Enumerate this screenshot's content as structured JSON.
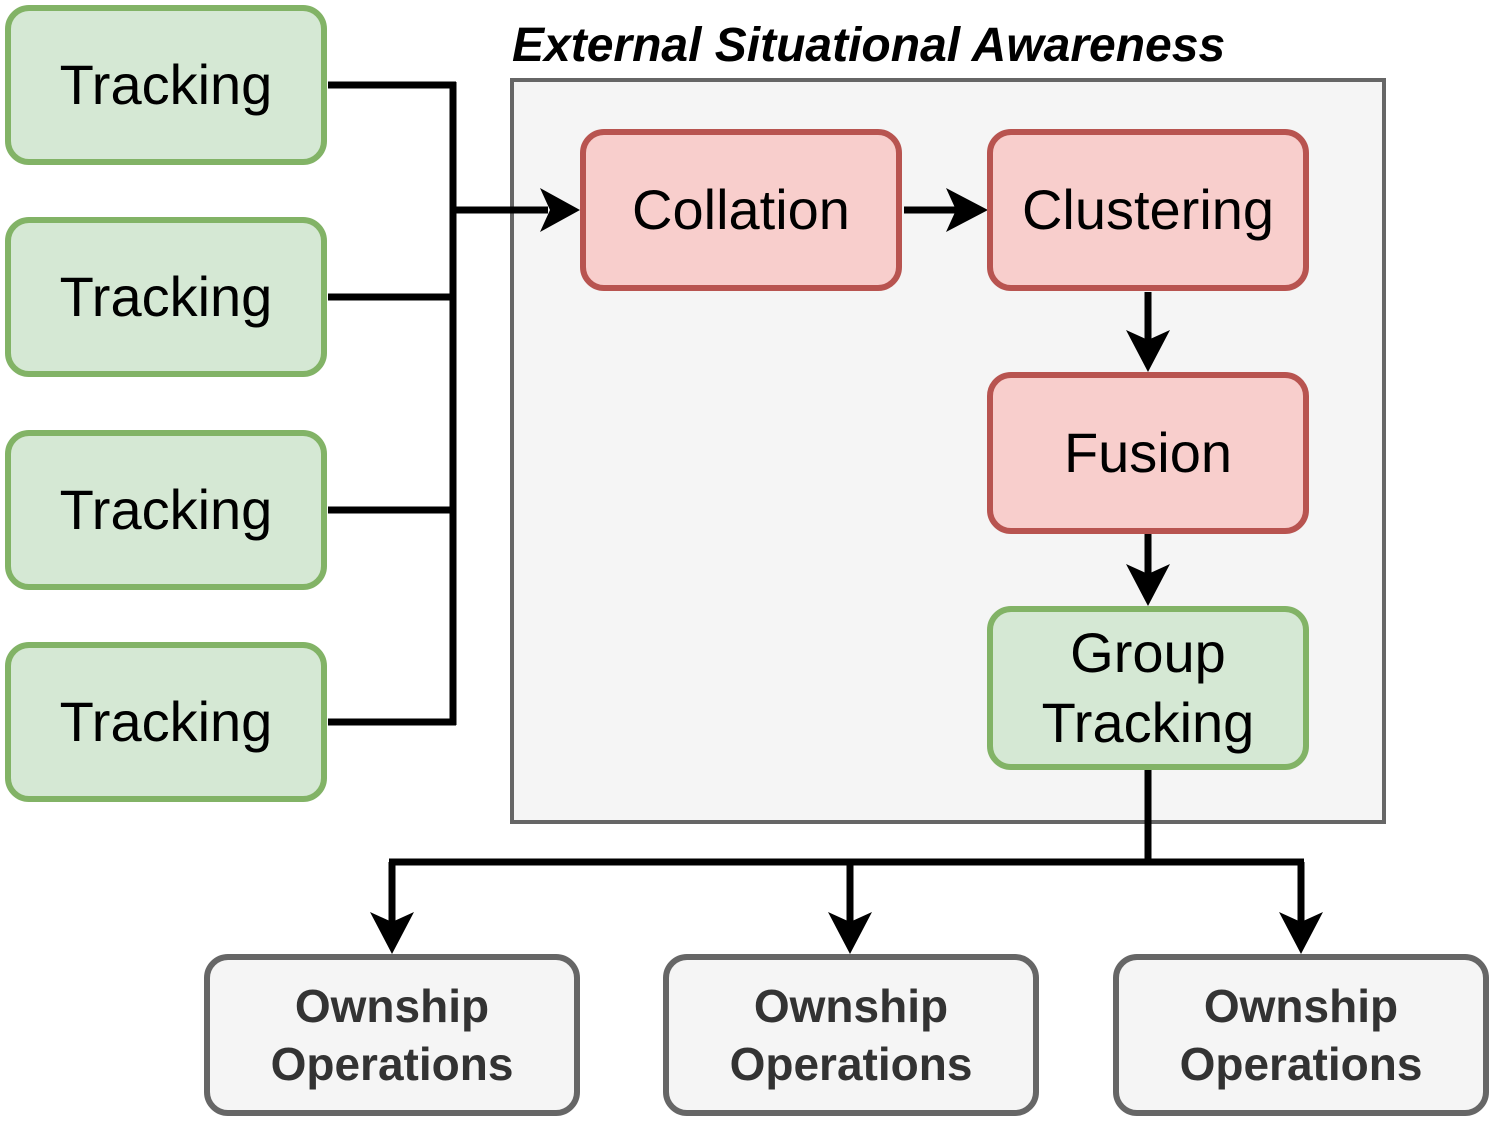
{
  "group": {
    "title": "External Situational Awareness"
  },
  "tracking_nodes": [
    {
      "label": "Tracking"
    },
    {
      "label": "Tracking"
    },
    {
      "label": "Tracking"
    },
    {
      "label": "Tracking"
    }
  ],
  "pipeline": {
    "collation": "Collation",
    "clustering": "Clustering",
    "fusion": "Fusion",
    "group_tracking_line1": "Group",
    "group_tracking_line2": "Tracking"
  },
  "ownship_nodes": [
    {
      "line1": "Ownship",
      "line2": "Operations"
    },
    {
      "line1": "Ownship",
      "line2": "Operations"
    },
    {
      "line1": "Ownship",
      "line2": "Operations"
    }
  ],
  "colors": {
    "green_fill": "#d5e8d4",
    "green_stroke": "#82b366",
    "red_fill": "#f8cecc",
    "red_stroke": "#b85450",
    "grey_fill": "#f5f5f5",
    "grey_stroke": "#666666",
    "connector": "#000000"
  }
}
